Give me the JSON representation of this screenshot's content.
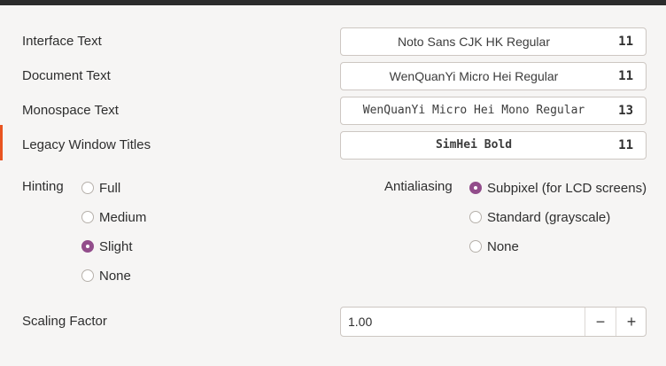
{
  "fonts": {
    "rows": [
      {
        "label": "Interface Text",
        "font": "Noto Sans CJK HK Regular",
        "size": "11"
      },
      {
        "label": "Document Text",
        "font": "WenQuanYi Micro Hei Regular",
        "size": "11"
      },
      {
        "label": "Monospace Text",
        "font": "WenQuanYi Micro Hei Mono Regular",
        "size": "13"
      },
      {
        "label": "Legacy Window Titles",
        "font": "SimHei Bold",
        "size": "11"
      }
    ]
  },
  "hinting": {
    "label": "Hinting",
    "options": [
      "Full",
      "Medium",
      "Slight",
      "None"
    ],
    "selected": "Slight"
  },
  "antialiasing": {
    "label": "Antialiasing",
    "options": [
      "Subpixel (for LCD screens)",
      "Standard (grayscale)",
      "None"
    ],
    "selected": "Subpixel (for LCD screens)"
  },
  "scaling": {
    "label": "Scaling Factor",
    "value": "1.00",
    "minus": "−",
    "plus": "+"
  },
  "colors": {
    "accent": "#e95420",
    "radio_checked": "#924d8b"
  }
}
